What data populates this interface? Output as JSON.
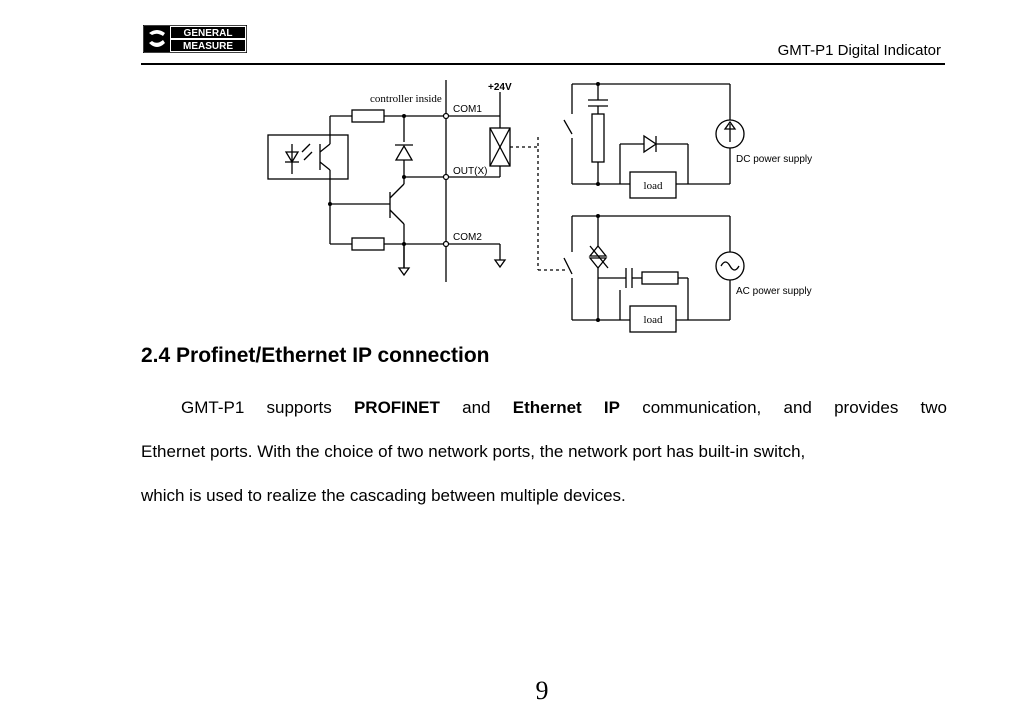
{
  "header": {
    "logo_line1": "GENERAL",
    "logo_line2": "MEASURE",
    "title": "GMT-P1 Digital Indicator"
  },
  "diagram": {
    "controller_label": "controller inside",
    "com1_label": "COM1",
    "out_label": "OUT(X)",
    "com2_label": "COM2",
    "supply_label": "+24V",
    "dc_supply_label": "DC power supply",
    "ac_supply_label": "AC power supply",
    "load_label_dc": "load",
    "load_label_ac": "load"
  },
  "section": {
    "heading": "2.4 Profinet/Ethernet IP connection",
    "p1_a": "GMT-P1 supports ",
    "p1_b": "PROFINET",
    "p1_c": " and ",
    "p1_d": "Ethernet IP",
    "p1_e": " communication, and provides two",
    "p2": "Ethernet ports. With the choice of two network ports, the network port has built-in switch,",
    "p3": "which is used to realize the cascading between multiple devices."
  },
  "footer": {
    "page_number": "9"
  }
}
